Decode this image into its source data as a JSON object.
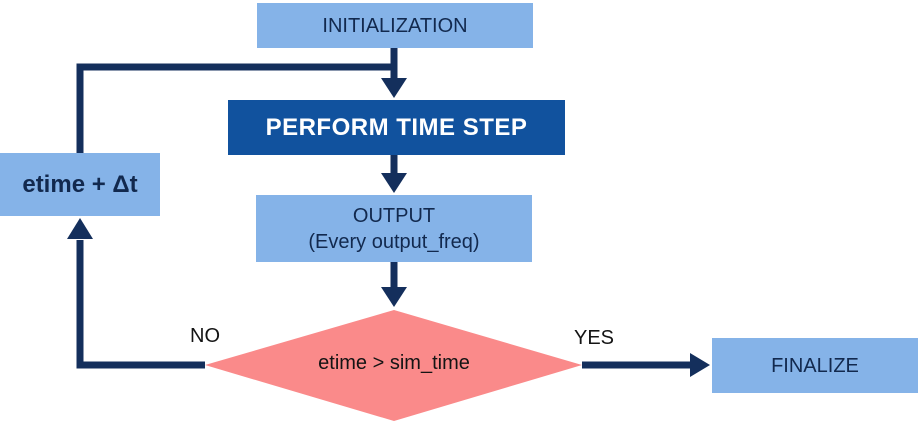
{
  "diagram": {
    "type": "flowchart",
    "nodes": {
      "initialization": {
        "label": "INITIALIZATION"
      },
      "perform_time_step": {
        "label": "PERFORM TIME STEP"
      },
      "output": {
        "label": "OUTPUT",
        "sublabel": "(Every output_freq)"
      },
      "decision": {
        "label": "etime > sim_time"
      },
      "increment": {
        "label": "etime + Δt"
      },
      "finalize": {
        "label": "FINALIZE"
      }
    },
    "edges": {
      "no_label": "NO",
      "yes_label": "YES"
    },
    "colors": {
      "box_fill": "#85b3e8",
      "emphasis_fill": "#11529e",
      "decision_fill": "#fa8a8a",
      "connector": "#142f5c",
      "text_dark": "#12294e",
      "text_black": "#141414",
      "emphasis_text": "#ffffff"
    }
  }
}
